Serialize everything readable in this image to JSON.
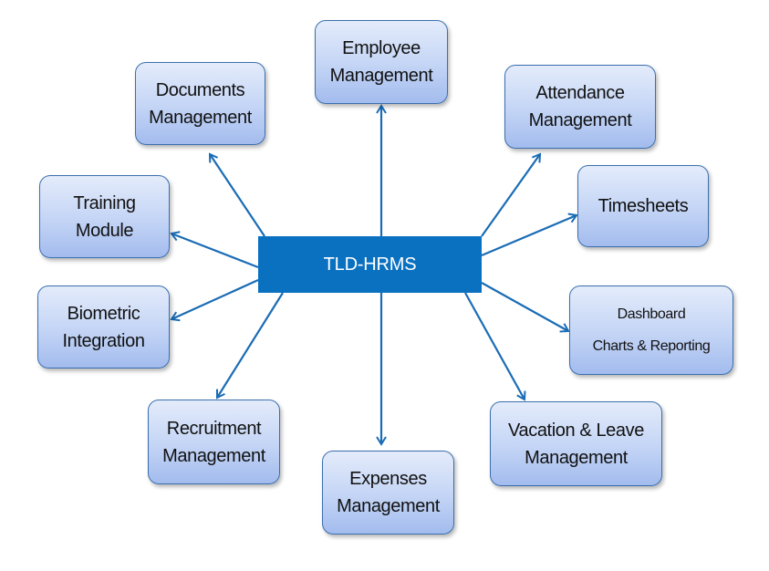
{
  "diagram": {
    "type": "hub-and-spoke",
    "hub": {
      "label": "TLD-HRMS",
      "color": "#0a71c1"
    },
    "colors": {
      "arrow": "#1a6cb5",
      "node_border": "#3a6fae",
      "node_fill_top": "#e4ecfb",
      "node_fill_bottom": "#a3bcee"
    },
    "nodes": {
      "employee": {
        "line1": "Employee",
        "line2": "Management"
      },
      "documents": {
        "line1": "Documents",
        "line2": "Management"
      },
      "attendance": {
        "line1": "Attendance",
        "line2": "Management"
      },
      "training": {
        "line1": "Training",
        "line2": "Module"
      },
      "timesheets": {
        "line1": "Timesheets"
      },
      "biometric": {
        "line1": "Biometric",
        "line2": "Integration"
      },
      "dashboard": {
        "line1": "Dashboard",
        "line2": "Charts & Reporting"
      },
      "recruitment": {
        "line1": "Recruitment",
        "line2": "Management"
      },
      "vacation": {
        "line1": "Vacation & Leave",
        "line2": "Management"
      },
      "expenses": {
        "line1": "Expenses",
        "line2": "Management"
      }
    },
    "edges": [
      {
        "from": "TLD-HRMS",
        "to": "Employee Management"
      },
      {
        "from": "TLD-HRMS",
        "to": "Documents Management"
      },
      {
        "from": "TLD-HRMS",
        "to": "Attendance Management"
      },
      {
        "from": "TLD-HRMS",
        "to": "Training Module"
      },
      {
        "from": "TLD-HRMS",
        "to": "Timesheets"
      },
      {
        "from": "TLD-HRMS",
        "to": "Biometric Integration"
      },
      {
        "from": "TLD-HRMS",
        "to": "Dashboard Charts & Reporting"
      },
      {
        "from": "TLD-HRMS",
        "to": "Recruitment Management"
      },
      {
        "from": "TLD-HRMS",
        "to": "Vacation & Leave Management"
      },
      {
        "from": "TLD-HRMS",
        "to": "Expenses Management"
      }
    ]
  }
}
